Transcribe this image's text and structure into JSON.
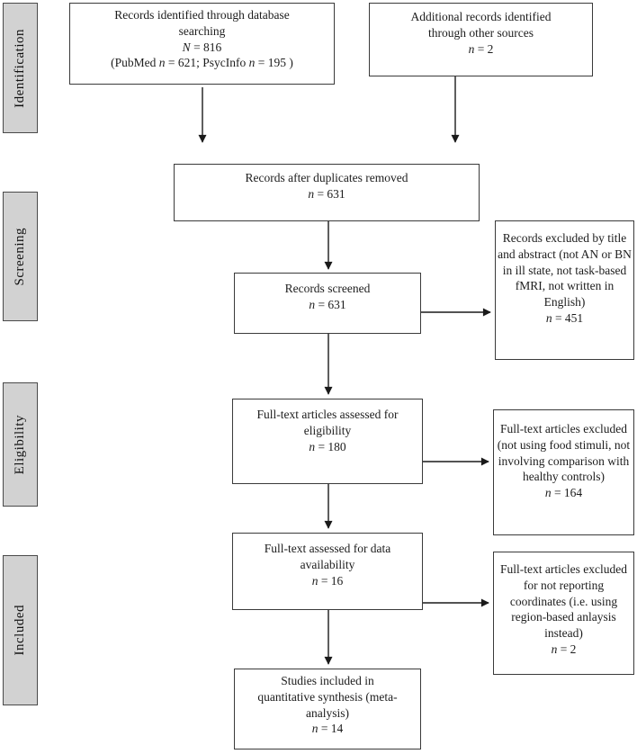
{
  "colors": {
    "background": "#ffffff",
    "stage_fill": "#d2d2d2",
    "box_border": "#3a3a3a",
    "arrow": "#1a1a1a"
  },
  "sidebar": {
    "items": [
      {
        "label": "Identification"
      },
      {
        "label": "Screening"
      },
      {
        "label": "Eligibility"
      },
      {
        "label": "Included"
      }
    ]
  },
  "boxes": {
    "db_search": {
      "title": "Records identified through database searching",
      "stat": {
        "sym": "N",
        "eq": " = 816"
      },
      "detail": {
        "p1": "(PubMed ",
        "n1": "n",
        "p2": " = 621; PsycInfo ",
        "n2": "n",
        "p3": " = 195 )"
      }
    },
    "other_sources": {
      "title": "Additional records identified through other sources",
      "stat": {
        "sym": "n",
        "eq": " = 2"
      }
    },
    "duplicates_removed": {
      "title": "Records after duplicates removed",
      "stat": {
        "sym": "n",
        "eq": " = 631"
      }
    },
    "records_screened": {
      "title": "Records screened",
      "stat": {
        "sym": "n",
        "eq": " = 631"
      }
    },
    "excluded_title_abstract": {
      "title": "Records excluded by title and abstract (not AN or BN in ill state, not task-based fMRI, not written in English)",
      "stat": {
        "sym": "n",
        "eq": " = 451"
      }
    },
    "fulltext_eligibility": {
      "title": "Full-text articles assessed for eligibility",
      "stat": {
        "sym": "n",
        "eq": " = 180"
      }
    },
    "excluded_fulltext": {
      "title": "Full-text articles excluded (not using food stimuli, not involving comparison with healthy controls)",
      "stat": {
        "sym": "n",
        "eq": " = 164"
      }
    },
    "fulltext_data": {
      "title": "Full-text assessed for data availability",
      "stat": {
        "sym": "n",
        "eq": " = 16"
      }
    },
    "excluded_coordinates": {
      "title": "Full-text articles excluded for not reporting coordinates (i.e. using region-based anlaysis instead)",
      "stat": {
        "sym": "n",
        "eq": " = 2"
      }
    },
    "included_synthesis": {
      "title": "Studies included in quantitative synthesis (meta-analysis)",
      "stat": {
        "sym": "n",
        "eq": " = 14"
      }
    }
  }
}
